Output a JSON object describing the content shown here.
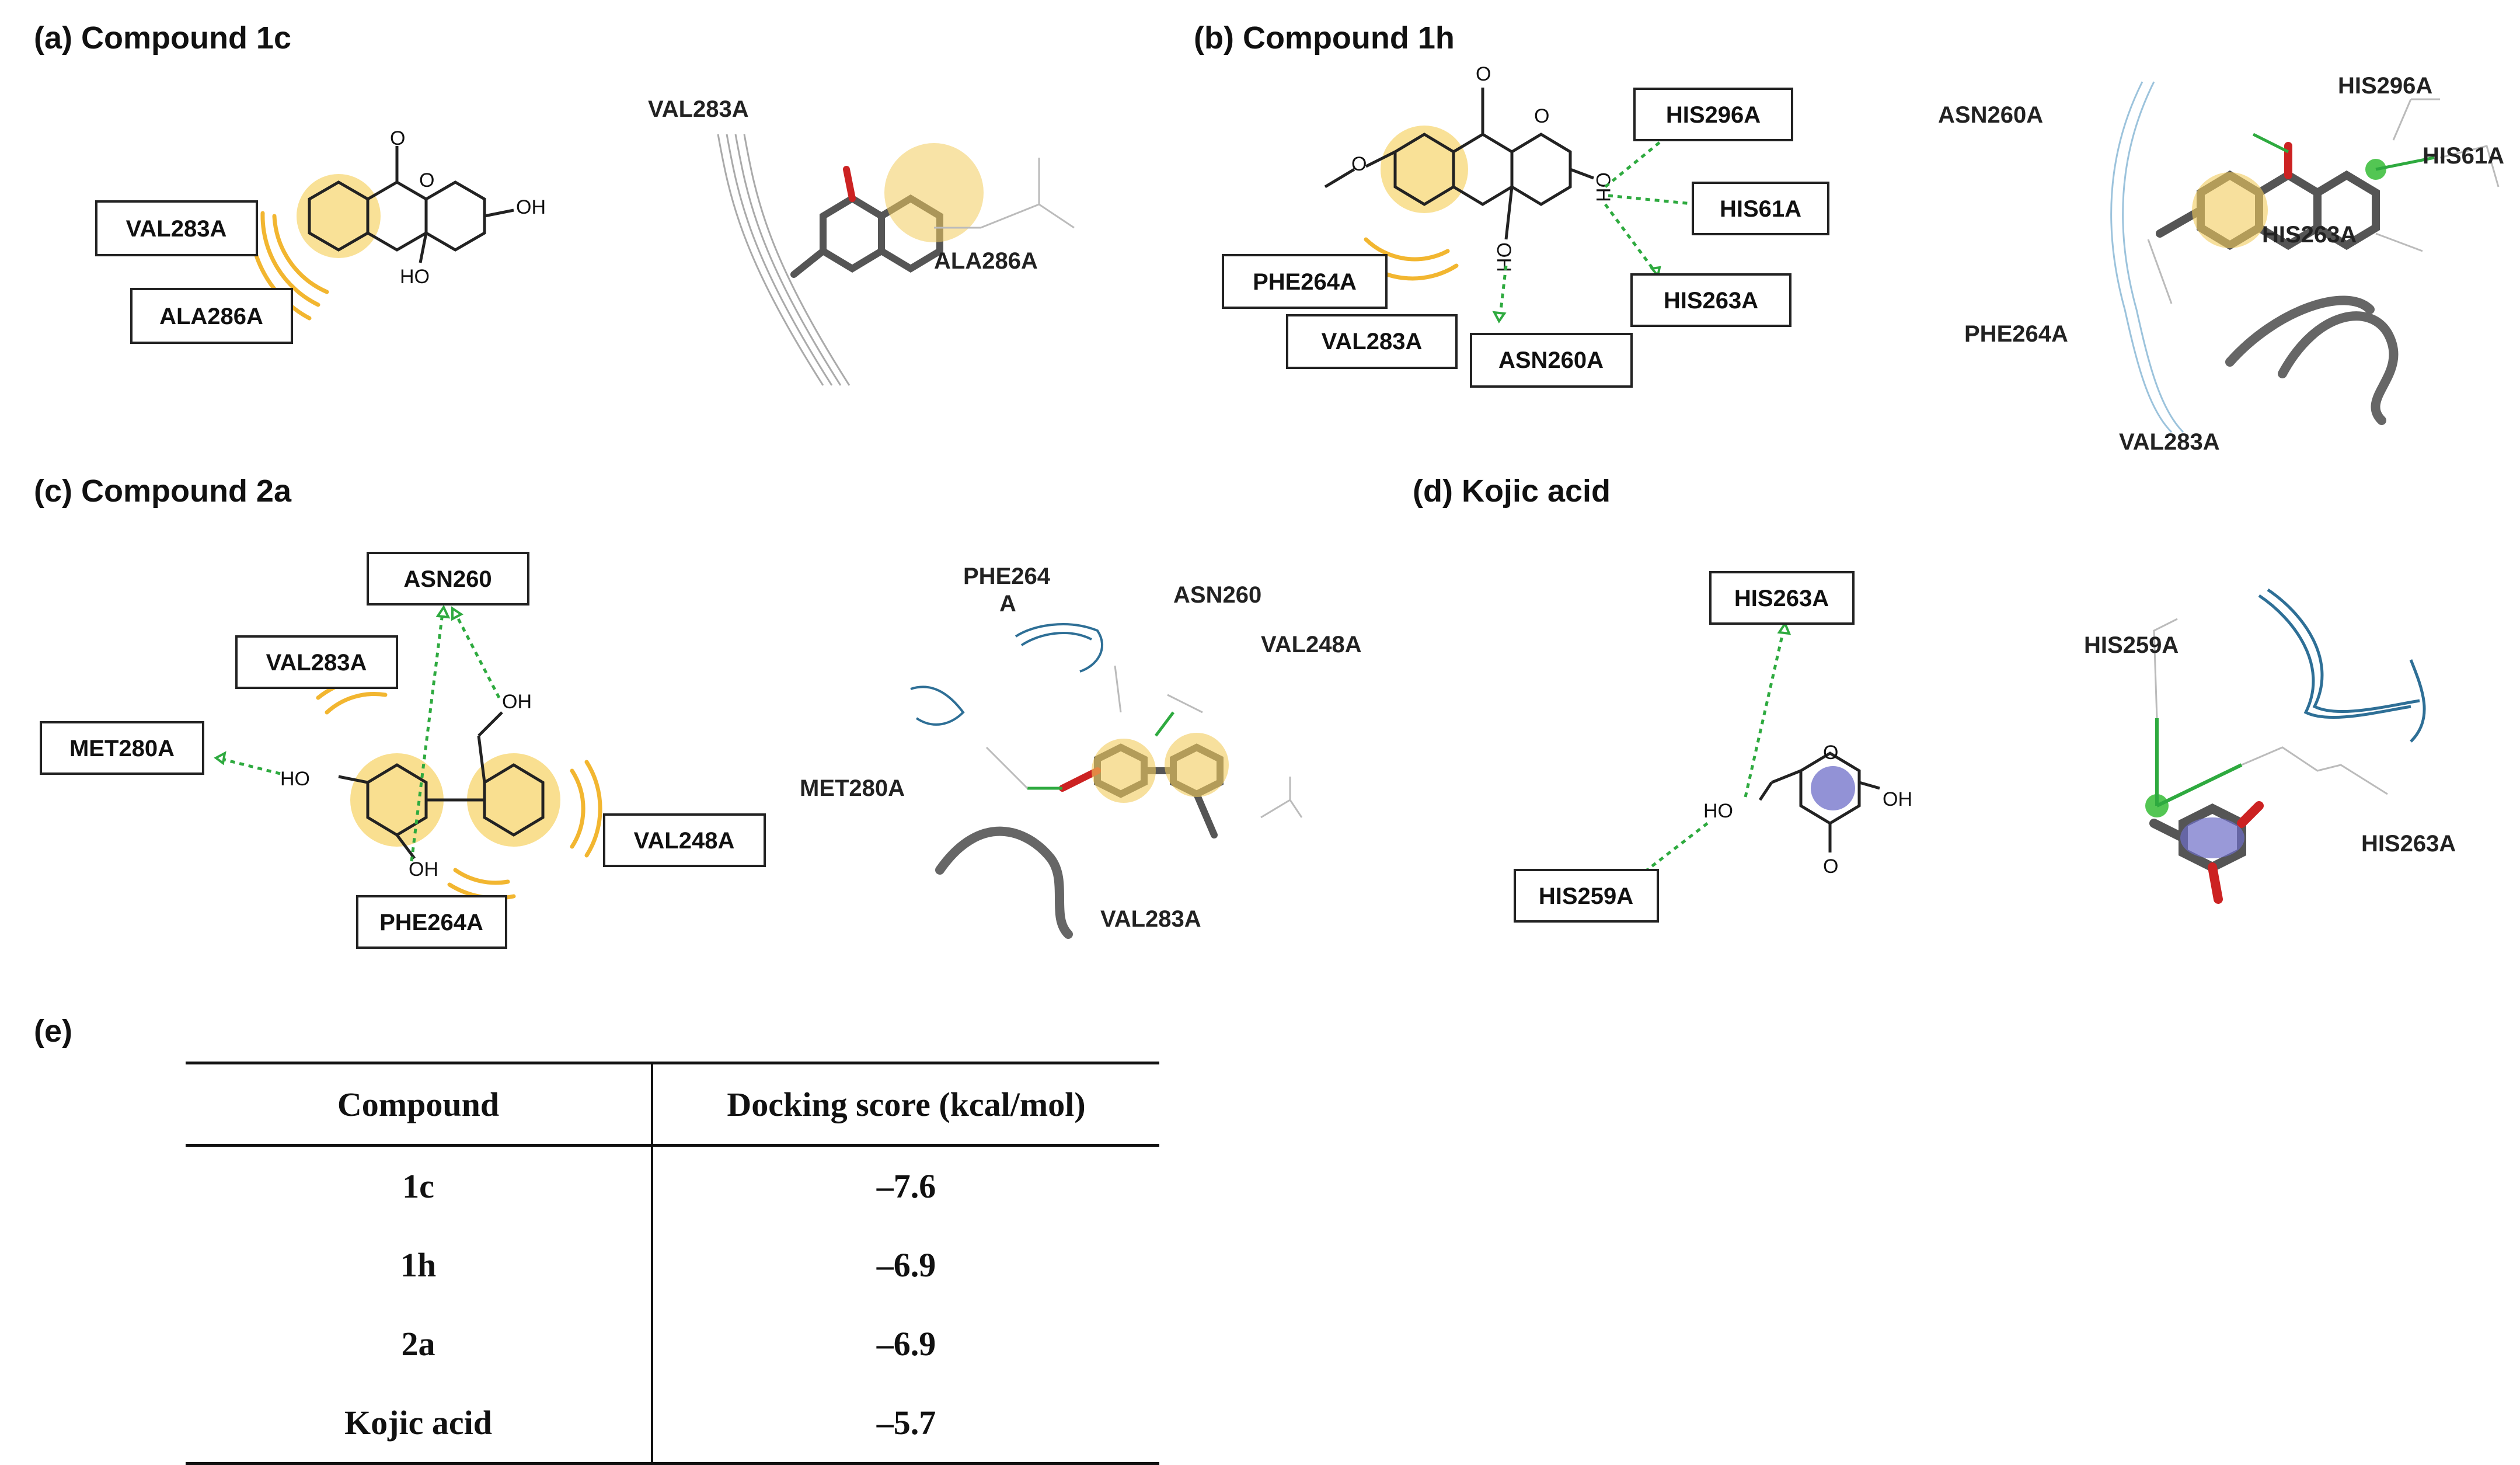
{
  "panels": {
    "a": {
      "title": "(a) Compound 1c",
      "boxes": [
        "VAL283A",
        "ALA286A"
      ],
      "atoms": {
        "carbonyl_o": "O",
        "ring_o": "O",
        "oh_right": "OH",
        "oh_bottom": "HO"
      },
      "view_labels": [
        "VAL283A",
        "ALA286A"
      ]
    },
    "b": {
      "title": "(b) Compound 1h",
      "boxes": [
        "HIS296A",
        "HIS61A",
        "HIS263A",
        "PHE264A",
        "VAL283A",
        "ASN260A"
      ],
      "atoms": {
        "carbonyl_o": "O",
        "ring_o": "O",
        "methoxy_o": "O",
        "oh_right": "OH",
        "oh_bottom": "OH"
      },
      "view_labels": [
        "ASN260A",
        "HIS296A",
        "HIS61A",
        "HIS263A",
        "PHE264A",
        "VAL283A"
      ]
    },
    "c": {
      "title": "(c) Compound 2a",
      "boxes": [
        "ASN260",
        "VAL283A",
        "MET280A",
        "VAL248A",
        "PHE264A"
      ],
      "atoms": {
        "ho_left": "HO",
        "oh_bottom": "OH",
        "oh_top": "OH"
      },
      "view_labels": [
        "PHE264",
        "A",
        "ASN260",
        "VAL248A",
        "MET280A",
        "VAL283A"
      ]
    },
    "d": {
      "title": "(d) Kojic acid",
      "boxes": [
        "HIS263A",
        "HIS259A"
      ],
      "atoms": {
        "ring_o": "O",
        "oh_right": "OH",
        "ho_left": "HO",
        "keto_o": "O"
      },
      "view_labels": [
        "HIS259A",
        "HIS263A"
      ]
    },
    "e": {
      "title": "(e)"
    }
  },
  "table": {
    "headers": [
      "Compound",
      "Docking score (kcal/mol)"
    ],
    "rows": [
      {
        "compound": "1c",
        "score": "–7.6"
      },
      {
        "compound": "1h",
        "score": "–6.9"
      },
      {
        "compound": "2a",
        "score": "–6.9"
      },
      {
        "compound": "Kojic acid",
        "score": "–5.7"
      }
    ]
  },
  "colors": {
    "hydrophobic": "#f2b630",
    "hydrophobic_fill": "#f7d774",
    "hbond": "#2eaa3f",
    "mesh": "#2e6f96",
    "aromatic": "#6e6ec8",
    "stick_gray": "#777777",
    "oxygen_red": "#cc2222"
  }
}
